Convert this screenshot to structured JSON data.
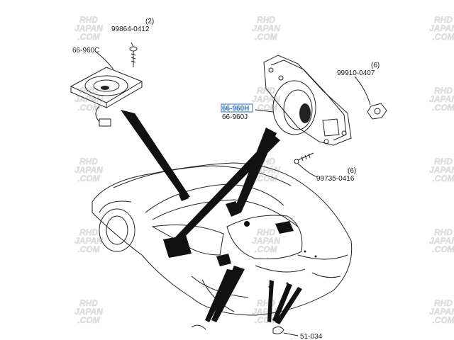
{
  "parts": {
    "screw_top": {
      "number": "99864-0412",
      "qty": "(2)"
    },
    "tweeter": {
      "number": "66-960C"
    },
    "speaker_high": {
      "number": "66-960H"
    },
    "speaker_high_alt": {
      "number": "66-960J"
    },
    "nut": {
      "number": "99910-0407",
      "qty": "(6)"
    },
    "screw_side": {
      "number": "99735-0416",
      "qty": "(6)"
    },
    "bottom_part": {
      "number": "51-034"
    }
  },
  "watermark": {
    "line1": "RHD",
    "line2": "JAPAN",
    "line3": ".COM"
  },
  "colors": {
    "highlight": "#2a6fd6",
    "ink": "#1a1a1a",
    "watermark": "#e2e2e2"
  }
}
